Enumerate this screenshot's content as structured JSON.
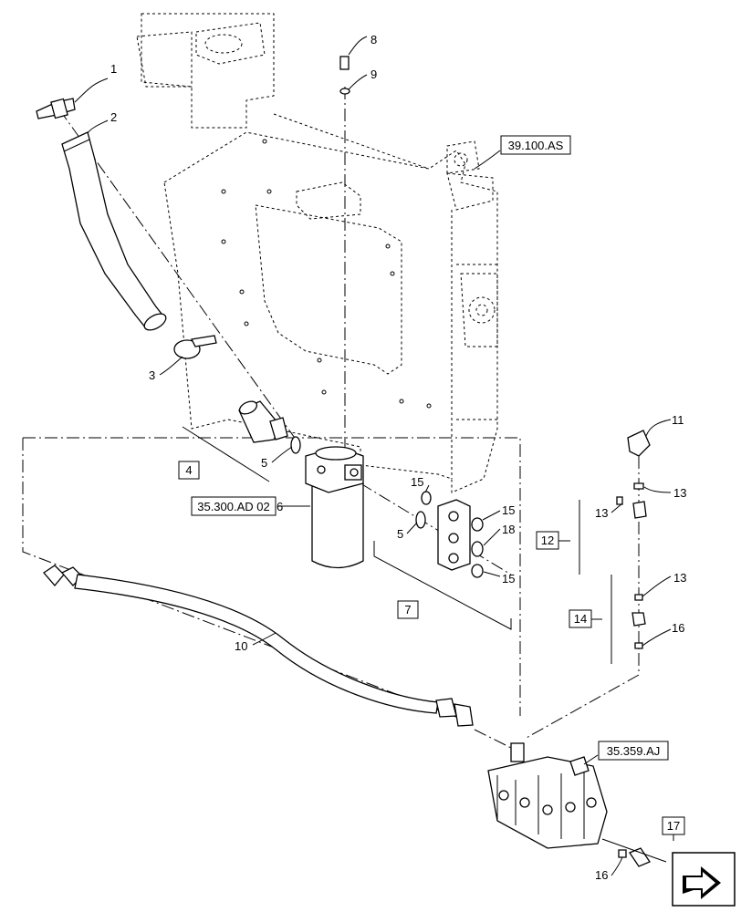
{
  "callouts": [
    {
      "id": "c1",
      "text": "1"
    },
    {
      "id": "c2",
      "text": "2"
    },
    {
      "id": "c3",
      "text": "3"
    },
    {
      "id": "c5a",
      "text": "5"
    },
    {
      "id": "c5b",
      "text": "5"
    },
    {
      "id": "c6",
      "text": "6"
    },
    {
      "id": "c8",
      "text": "8"
    },
    {
      "id": "c9",
      "text": "9"
    },
    {
      "id": "c10",
      "text": "10"
    },
    {
      "id": "c11",
      "text": "11"
    },
    {
      "id": "c13a",
      "text": "13"
    },
    {
      "id": "c13b",
      "text": "13"
    },
    {
      "id": "c13c",
      "text": "13"
    },
    {
      "id": "c15a",
      "text": "15"
    },
    {
      "id": "c15b",
      "text": "15"
    },
    {
      "id": "c15c",
      "text": "15"
    },
    {
      "id": "c16a",
      "text": "16"
    },
    {
      "id": "c16b",
      "text": "16"
    },
    {
      "id": "c18",
      "text": "18"
    }
  ],
  "boxed_callouts": [
    {
      "id": "b4",
      "text": "4"
    },
    {
      "id": "b7",
      "text": "7"
    },
    {
      "id": "b12",
      "text": "12"
    },
    {
      "id": "b14",
      "text": "14"
    },
    {
      "id": "b17",
      "text": "17"
    }
  ],
  "references": [
    {
      "id": "r39",
      "text": "39.100.AS"
    },
    {
      "id": "r35300",
      "text": "35.300.AD 02"
    },
    {
      "id": "r35359",
      "text": "35.359.AJ"
    }
  ],
  "nav_icon": "arrow-forward-icon"
}
